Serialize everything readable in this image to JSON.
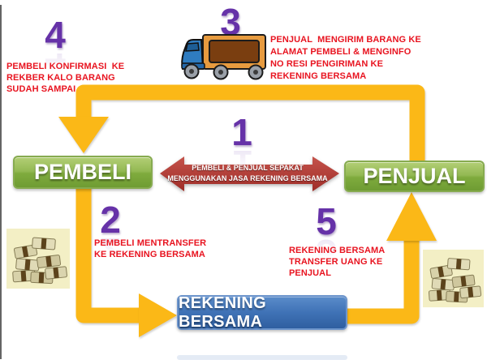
{
  "diagram": {
    "boxes": {
      "buyer": "PEMBELI",
      "seller": "PENJUAL",
      "escrow": "REKENING BERSAMA"
    },
    "steps": {
      "s1": {
        "num": "1",
        "lines": [
          "PEMBELI & PENJUAL SEPAKAT",
          "MENGGUNAKAN JASA REKENING BERSAMA"
        ]
      },
      "s2": {
        "num": "2",
        "lines": [
          "PEMBELI MENTRANSFER",
          "KE REKENING BERSAMA"
        ]
      },
      "s3": {
        "num": "3",
        "lines": [
          "PENJUAL  MENGIRIM BARANG KE",
          "ALAMAT PEMBELI & MENGINFO",
          "NO RESI PENGIRIMAN KE",
          "REKENING BERSAMA"
        ]
      },
      "s4": {
        "num": "4",
        "lines": [
          "PEMBELI KONFIRMASI  KE",
          "REKBER KALO BARANG",
          "SUDAH SAMPAI"
        ]
      },
      "s5": {
        "num": "5",
        "lines": [
          "REKENING BERSAMA",
          "TRANSFER UANG KE",
          "PENJUAL"
        ]
      }
    },
    "icons": {
      "truck": "delivery-truck-icon",
      "money_left": "money-stack-icon",
      "money_right": "money-stack-icon"
    },
    "colors": {
      "arrow_yellow": "#FBB817",
      "arrow_red": "#B23832",
      "number_purple": "#6632A8",
      "note_red": "#E81420",
      "box_green": "#8FB953",
      "box_blue": "#3F72B6"
    }
  }
}
